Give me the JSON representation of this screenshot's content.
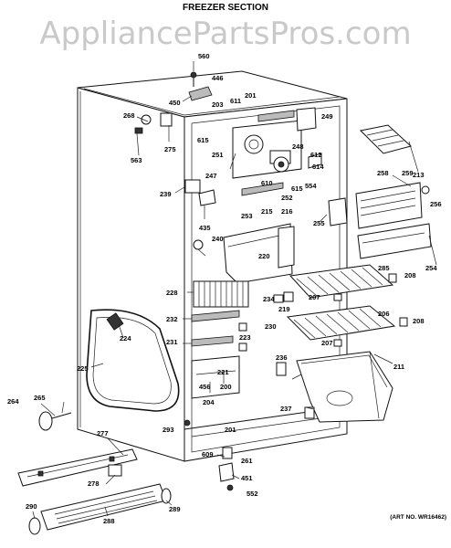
{
  "diagram": {
    "title": "FREEZER SECTION",
    "watermark": "AppliancePartsPros.com",
    "art_number": "(ART NO. WR16462)"
  },
  "callouts": [
    "560",
    "446",
    "450",
    "203",
    "611",
    "201",
    "268",
    "249",
    "615",
    "251",
    "248",
    "612",
    "275",
    "563",
    "247",
    "614",
    "258",
    "213",
    "615",
    "554",
    "239",
    "610",
    "252",
    "256",
    "253",
    "215",
    "216",
    "255",
    "435",
    "240",
    "259",
    "220",
    "254",
    "228",
    "285",
    "208",
    "234",
    "207",
    "219",
    "232",
    "230",
    "206",
    "208",
    "224",
    "223",
    "231",
    "207",
    "225",
    "221",
    "211",
    "456",
    "200",
    "236",
    "264",
    "265",
    "204",
    "237",
    "293",
    "201",
    "277",
    "609",
    "261",
    "278",
    "451",
    "552",
    "290",
    "289",
    "288"
  ],
  "colors": {
    "ink": "#111111",
    "watermark": "#c9c9c9",
    "background": "#ffffff"
  }
}
